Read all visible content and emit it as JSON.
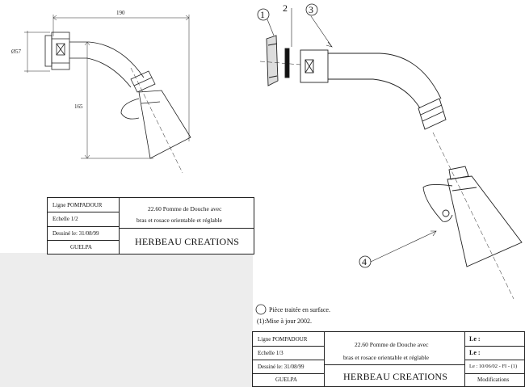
{
  "drawing_left": {
    "dim_width": "190",
    "dim_diameter": "Ø57",
    "dim_height": "165"
  },
  "drawing_right": {
    "callouts": [
      "1",
      "2",
      "3",
      "4"
    ]
  },
  "notes": {
    "surface_treated": "Pièce traitée en surface.",
    "update": "(1):Mise à jour 2002."
  },
  "title_block_left": {
    "ligne": "Ligne  POMPADOUR",
    "echelle": "Echelle  1/2",
    "dessine": "Dessiné le:  31/08/99",
    "designer": "GUELPA",
    "desc_line1": "22.60 Pomme de Douche avec",
    "desc_line2": "bras et rosace orientable et réglable",
    "company": "HERBEAU CREATIONS"
  },
  "title_block_right": {
    "ligne": "Ligne  POMPADOUR",
    "echelle": "Echelle  1/3",
    "dessine": "Dessiné le:  31/08/99",
    "designer": "GUELPA",
    "desc_line1": "22.60 Pomme de Douche avec",
    "desc_line2": "bras et rosace orientable et réglable",
    "company": "HERBEAU CREATIONS",
    "le1": "Le :",
    "le2": "Le :",
    "le3": "Le : 10/06/02 - FI - (1)",
    "modifications": "Modifications"
  }
}
